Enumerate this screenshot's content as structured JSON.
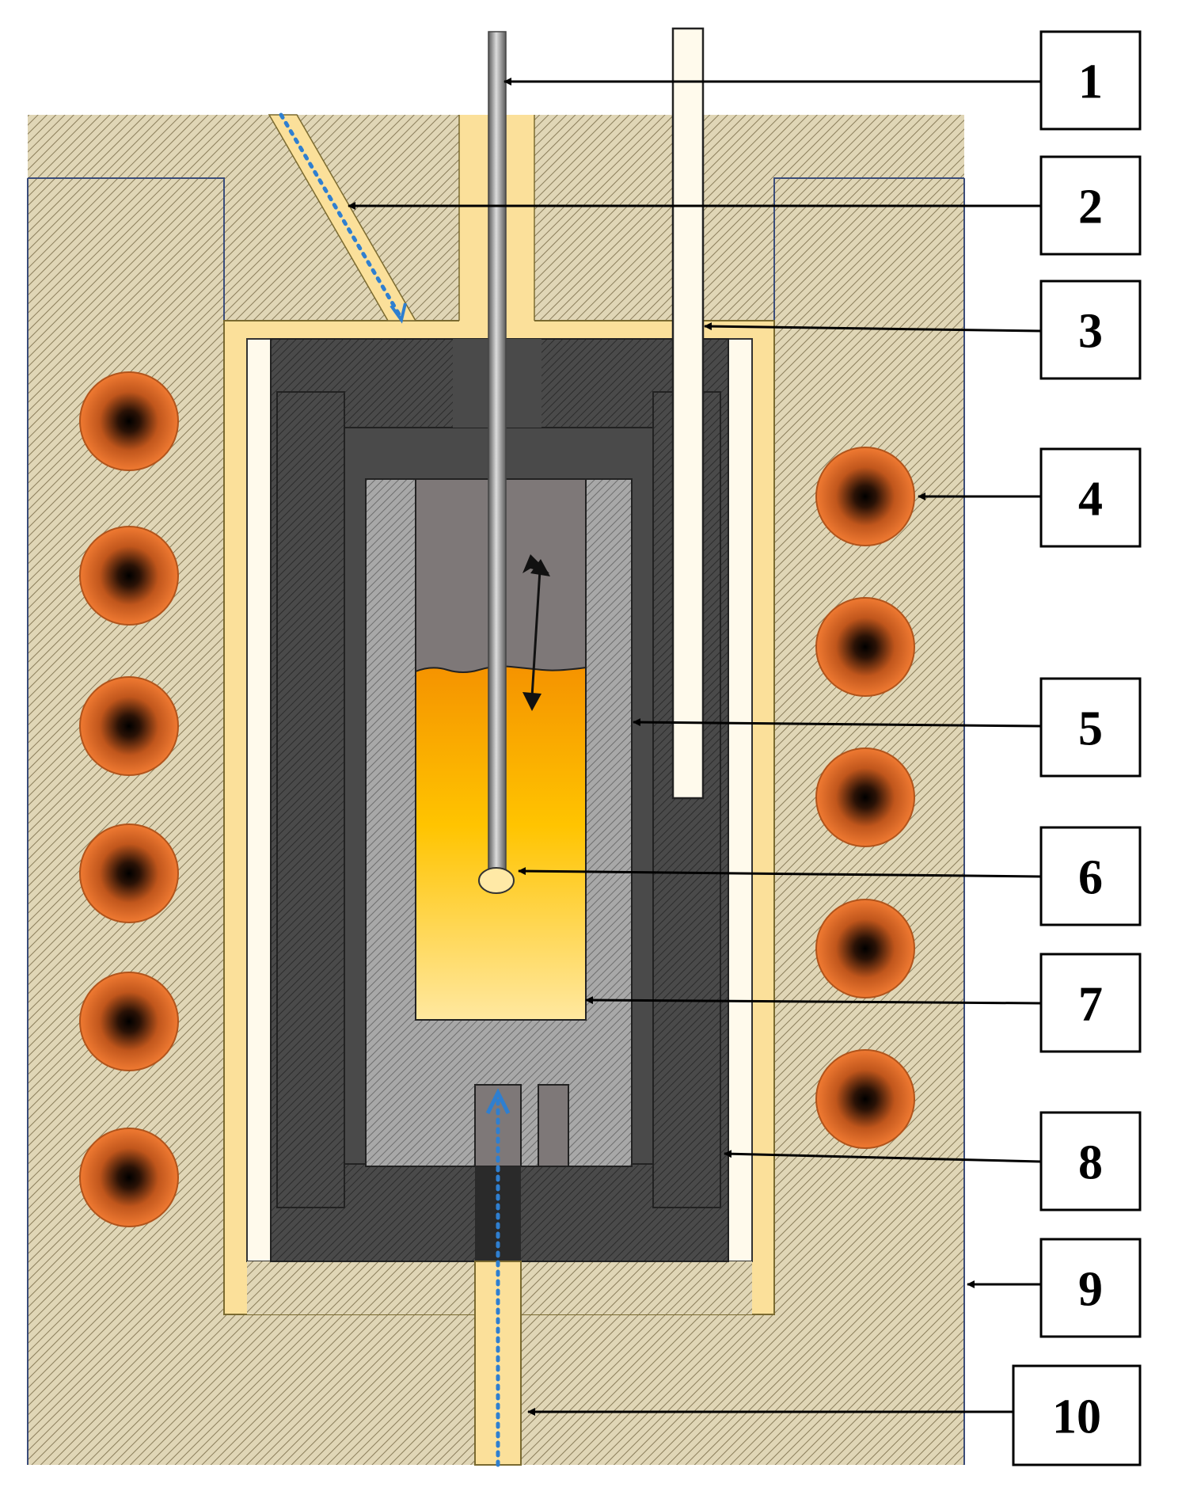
{
  "labels": {
    "l1": "1",
    "l2": "2",
    "l3": "3",
    "l4": "4",
    "l5": "5",
    "l6": "6",
    "l7": "7",
    "l8": "8",
    "l9": "9",
    "l10": "10"
  },
  "colors": {
    "insulation": "#e0d6b6",
    "hatch": "#7a6e50",
    "liner": "#fbe09a",
    "tube": "#fffaec",
    "graphite": "#4a4a4a",
    "graphite_hatch": "#2e2e2e",
    "crucible_gray": "#a5a5a5",
    "cavity_gas": "#7e7878",
    "melt_top": "#f59300",
    "melt_mid": "#ffc400",
    "melt_bottom": "#ffe494",
    "coil_outer": "#ee7630",
    "coil_core": "#000000",
    "gas_flow": "#2f7fd0",
    "arrow": "#000000"
  }
}
